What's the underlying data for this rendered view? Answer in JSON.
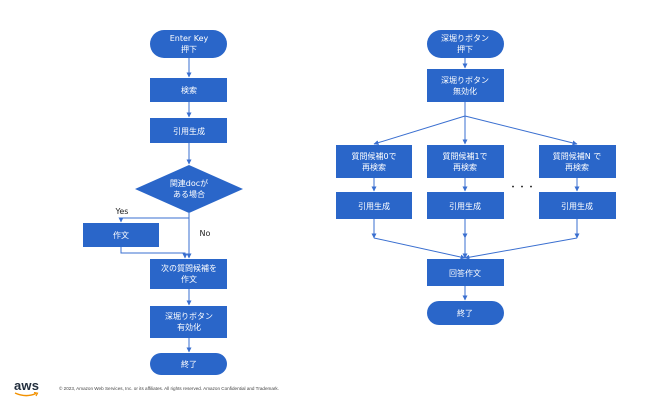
{
  "colors": {
    "fill": "#2a66c9",
    "line": "#3a6fd0",
    "text": "#ffffff"
  },
  "left_flow": {
    "start": [
      "Enter Key",
      "押下"
    ],
    "search": "検索",
    "citation": "引用生成",
    "decision": [
      "関連docが",
      "ある場合"
    ],
    "yes_label": "Yes",
    "no_label": "No",
    "compose": "作文",
    "next_question": [
      "次の質問候補を",
      "作文"
    ],
    "enable_deep_dive": [
      "深堀りボタン",
      "有効化"
    ],
    "end": "終了"
  },
  "right_flow": {
    "start": [
      "深堀りボタン",
      "押下"
    ],
    "disable": [
      "深堀りボタン",
      "無効化"
    ],
    "branches": [
      {
        "search": [
          "質問候補0で",
          "再検索"
        ],
        "citation": "引用生成"
      },
      {
        "search": [
          "質問候補1で",
          "再検索"
        ],
        "citation": "引用生成"
      },
      {
        "search": [
          "質問候補N で",
          "再検索"
        ],
        "citation": "引用生成"
      }
    ],
    "ellipsis": "・・・",
    "answer": "回答作文",
    "end": "終了"
  },
  "footer": {
    "logo": "aws",
    "copyright": "© 2023, Amazon Web Services, Inc. or its affiliates. All rights reserved. Amazon Confidential and Trademark."
  }
}
